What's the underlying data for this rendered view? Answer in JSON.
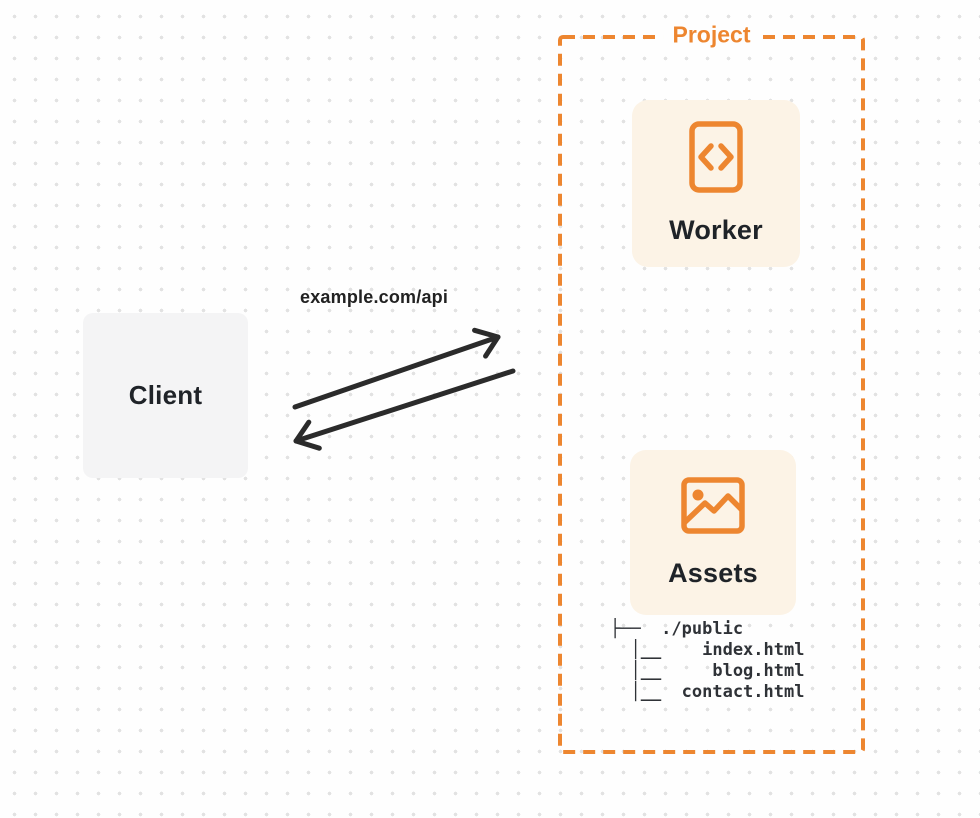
{
  "colors": {
    "accent": "#ED8630",
    "card_bg": "#FCF3E6",
    "client_bg": "#F4F4F5",
    "arrow": "#2B2B2B",
    "text_dark": "#1F2328",
    "page_bg": "#FEFEFE",
    "dot": "#E2E2E2"
  },
  "client": {
    "label": "Client"
  },
  "request": {
    "label": "example.com/api"
  },
  "project": {
    "label": "Project",
    "worker": {
      "label": "Worker",
      "icon": "code-file-icon"
    },
    "assets": {
      "label": "Assets",
      "icon": "image-icon"
    },
    "file_tree": {
      "root": "./public",
      "files": [
        "index.html",
        "blog.html",
        "contact.html"
      ],
      "text": "├──  ./public\n  │__    index.html\n  │__     blog.html\n  │__  contact.html"
    }
  }
}
